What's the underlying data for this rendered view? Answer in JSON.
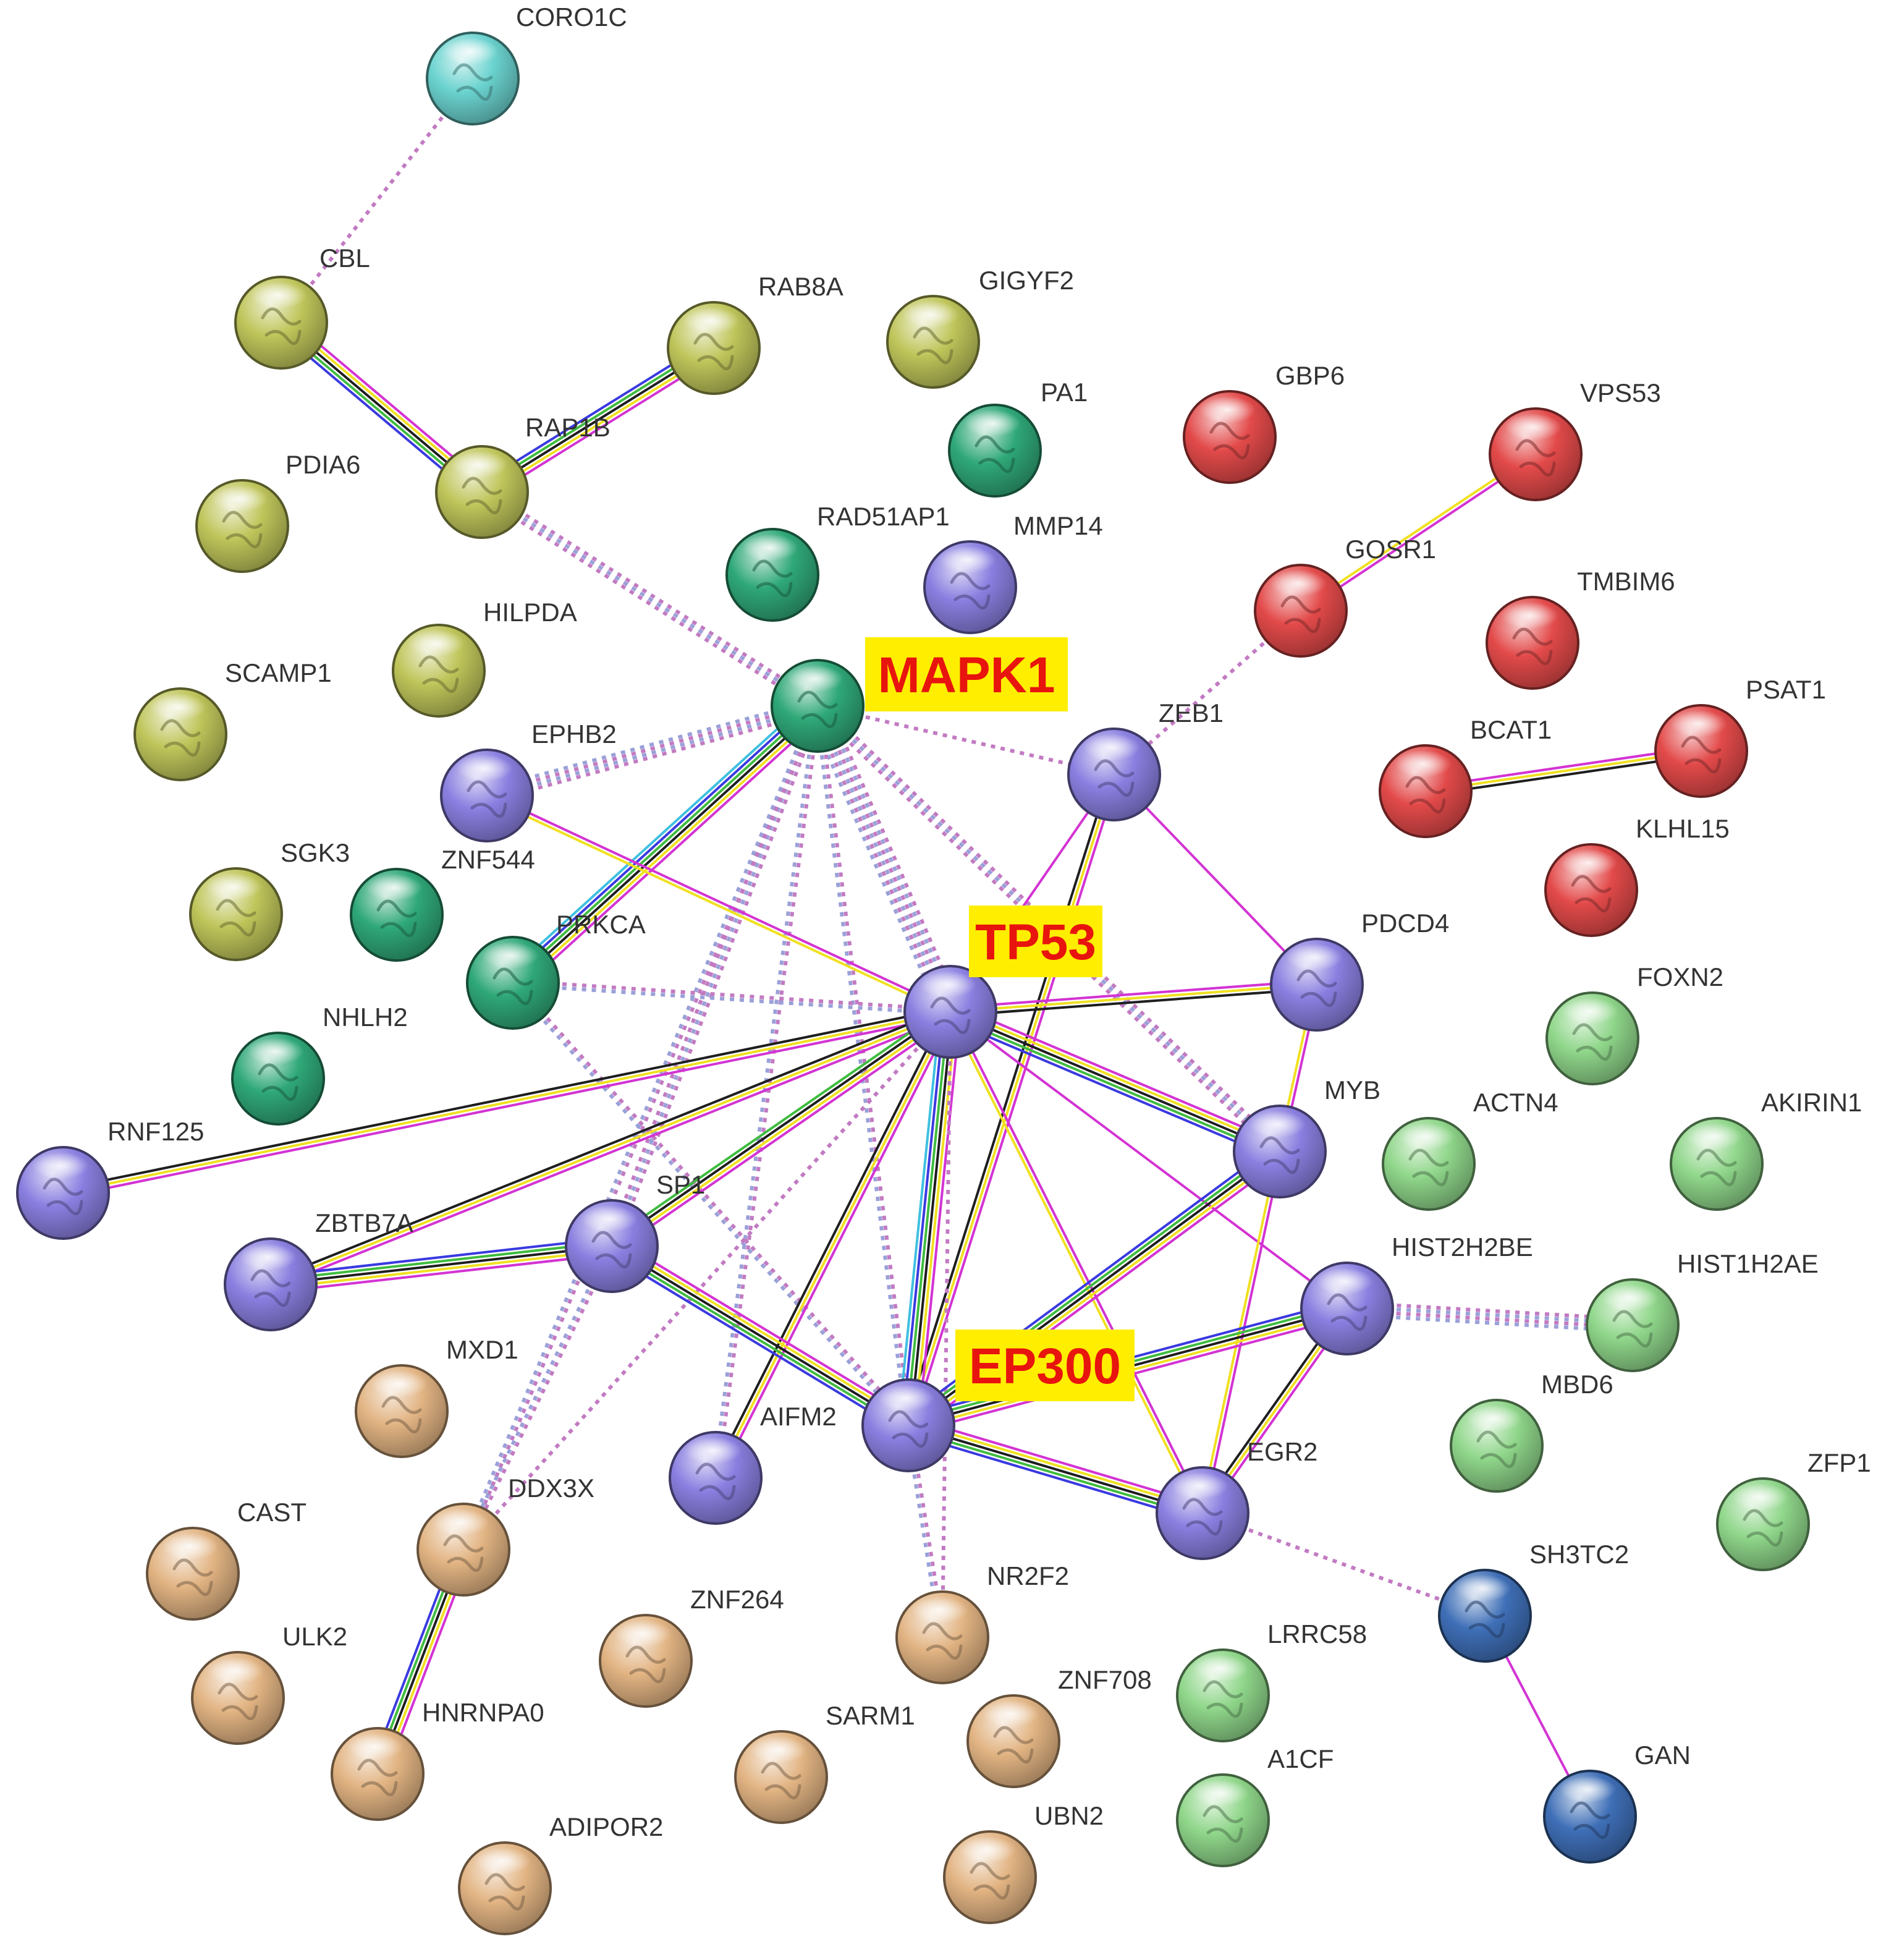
{
  "palette": {
    "red": "#e34a4a",
    "olive": "#bfc55a",
    "teal": "#2fa878",
    "violet": "#8a7fe0",
    "lightgreen": "#8fd68a",
    "tan": "#e2b483",
    "blue": "#3f6fb7",
    "cyan": "#6bd3cf"
  },
  "edge_colors": [
    "#d333d3",
    "#f0e020",
    "#1e1e1e",
    "#3fbc3f",
    "#3a3ae0",
    "#3fc0e0",
    "#8bc34a"
  ],
  "nodes": [
    {
      "id": "CORO1C",
      "label": "CORO1C",
      "color": "cyan"
    },
    {
      "id": "CBL",
      "label": "CBL",
      "color": "olive"
    },
    {
      "id": "RAB8A",
      "label": "RAB8A",
      "color": "olive"
    },
    {
      "id": "GIGYF2",
      "label": "GIGYF2",
      "color": "olive"
    },
    {
      "id": "PA1",
      "label": "PA1",
      "color": "teal"
    },
    {
      "id": "GBP6",
      "label": "GBP6",
      "color": "red"
    },
    {
      "id": "VPS53",
      "label": "VPS53",
      "color": "red"
    },
    {
      "id": "RAP1B",
      "label": "RAP1B",
      "color": "olive"
    },
    {
      "id": "PDIA6",
      "label": "PDIA6",
      "color": "olive"
    },
    {
      "id": "RAD51AP1",
      "label": "RAD51AP1",
      "color": "teal"
    },
    {
      "id": "MMP14",
      "label": "MMP14",
      "color": "violet"
    },
    {
      "id": "GOSR1",
      "label": "GOSR1",
      "color": "red"
    },
    {
      "id": "TMBIM6",
      "label": "TMBIM6",
      "color": "red"
    },
    {
      "id": "HILPDA",
      "label": "HILPDA",
      "color": "olive"
    },
    {
      "id": "SCAMP1",
      "label": "SCAMP1",
      "color": "olive"
    },
    {
      "id": "MAPK1",
      "label": "",
      "color": "teal"
    },
    {
      "id": "ZEB1",
      "label": "ZEB1",
      "color": "violet"
    },
    {
      "id": "PSAT1",
      "label": "PSAT1",
      "color": "red"
    },
    {
      "id": "BCAT1",
      "label": "BCAT1",
      "color": "red"
    },
    {
      "id": "EPHB2",
      "label": "EPHB2",
      "color": "violet"
    },
    {
      "id": "KLHL15",
      "label": "KLHL15",
      "color": "red"
    },
    {
      "id": "SGK3",
      "label": "SGK3",
      "color": "olive"
    },
    {
      "id": "ZNF544",
      "label": "ZNF544",
      "color": "teal"
    },
    {
      "id": "PRKCA",
      "label": "PRKCA",
      "color": "teal"
    },
    {
      "id": "TP53",
      "label": "",
      "color": "violet"
    },
    {
      "id": "PDCD4",
      "label": "PDCD4",
      "color": "violet"
    },
    {
      "id": "FOXN2",
      "label": "FOXN2",
      "color": "lightgreen"
    },
    {
      "id": "NHLH2",
      "label": "NHLH2",
      "color": "teal"
    },
    {
      "id": "MYB",
      "label": "MYB",
      "color": "violet"
    },
    {
      "id": "ACTN4",
      "label": "ACTN4",
      "color": "lightgreen"
    },
    {
      "id": "AKIRIN1",
      "label": "AKIRIN1",
      "color": "lightgreen"
    },
    {
      "id": "RNF125",
      "label": "RNF125",
      "color": "violet"
    },
    {
      "id": "SP1",
      "label": "SP1",
      "color": "violet"
    },
    {
      "id": "ZBTB7A",
      "label": "ZBTB7A",
      "color": "violet"
    },
    {
      "id": "HIST2H2BE",
      "label": "HIST2H2BE",
      "color": "violet"
    },
    {
      "id": "HIST1H2AE",
      "label": "HIST1H2AE",
      "color": "lightgreen"
    },
    {
      "id": "MXD1",
      "label": "MXD1",
      "color": "tan"
    },
    {
      "id": "EP300",
      "label": "",
      "color": "violet"
    },
    {
      "id": "MBD6",
      "label": "MBD6",
      "color": "lightgreen"
    },
    {
      "id": "AIFM2",
      "label": "AIFM2",
      "color": "violet"
    },
    {
      "id": "EGR2",
      "label": "EGR2",
      "color": "violet"
    },
    {
      "id": "ZFP1",
      "label": "ZFP1",
      "color": "lightgreen"
    },
    {
      "id": "DDX3X",
      "label": "DDX3X",
      "color": "tan"
    },
    {
      "id": "CAST",
      "label": "CAST",
      "color": "tan"
    },
    {
      "id": "SH3TC2",
      "label": "SH3TC2",
      "color": "blue"
    },
    {
      "id": "ZNF264",
      "label": "ZNF264",
      "color": "tan"
    },
    {
      "id": "NR2F2",
      "label": "NR2F2",
      "color": "tan"
    },
    {
      "id": "ULK2",
      "label": "ULK2",
      "color": "tan"
    },
    {
      "id": "LRRC58",
      "label": "LRRC58",
      "color": "lightgreen"
    },
    {
      "id": "ZNF708",
      "label": "ZNF708",
      "color": "tan"
    },
    {
      "id": "HNRNPA0",
      "label": "HNRNPA0",
      "color": "tan"
    },
    {
      "id": "SARM1",
      "label": "SARM1",
      "color": "tan"
    },
    {
      "id": "GAN",
      "label": "GAN",
      "color": "blue"
    },
    {
      "id": "A1CF",
      "label": "A1CF",
      "color": "lightgreen"
    },
    {
      "id": "ADIPOR2",
      "label": "ADIPOR2",
      "color": "tan"
    },
    {
      "id": "UBN2",
      "label": "UBN2",
      "color": "tan"
    }
  ],
  "highlights": [
    {
      "node": "MAPK1",
      "text": "MAPK1"
    },
    {
      "node": "TP53",
      "text": "TP53"
    },
    {
      "node": "EP300",
      "text": "EP300"
    }
  ],
  "edges": [
    {
      "source": "CORO1C",
      "target": "CBL",
      "style": "dashed",
      "lines": 1
    },
    {
      "source": "CBL",
      "target": "RAP1B",
      "style": "solid",
      "lines": 5
    },
    {
      "source": "RAB8A",
      "target": "RAP1B",
      "style": "solid",
      "lines": 5
    },
    {
      "source": "RAP1B",
      "target": "MAPK1",
      "style": "dashed",
      "lines": 3
    },
    {
      "source": "VPS53",
      "target": "GOSR1",
      "style": "solid",
      "lines": 2
    },
    {
      "source": "GOSR1",
      "target": "ZEB1",
      "style": "dashed",
      "lines": 1
    },
    {
      "source": "BCAT1",
      "target": "PSAT1",
      "style": "solid",
      "lines": 3
    },
    {
      "source": "MAPK1",
      "target": "EPHB2",
      "style": "dashed",
      "lines": 4
    },
    {
      "source": "MAPK1",
      "target": "ZEB1",
      "style": "dashed",
      "lines": 1
    },
    {
      "source": "MAPK1",
      "target": "PRKCA",
      "style": "solid",
      "lines": 6
    },
    {
      "source": "MAPK1",
      "target": "TP53",
      "style": "dashed",
      "lines": 6
    },
    {
      "source": "MAPK1",
      "target": "SP1",
      "style": "dashed",
      "lines": 3
    },
    {
      "source": "MAPK1",
      "target": "MYB",
      "style": "dashed",
      "lines": 3
    },
    {
      "source": "MAPK1",
      "target": "EP300",
      "style": "dashed",
      "lines": 2
    },
    {
      "source": "MAPK1",
      "target": "DDX3X",
      "style": "dashed",
      "lines": 2
    },
    {
      "source": "MAPK1",
      "target": "AIFM2",
      "style": "dashed",
      "lines": 2
    },
    {
      "source": "ZEB1",
      "target": "TP53",
      "style": "solid",
      "lines": 1
    },
    {
      "source": "ZEB1",
      "target": "PDCD4",
      "style": "solid",
      "lines": 1
    },
    {
      "source": "ZEB1",
      "target": "EP300",
      "style": "solid",
      "lines": 3
    },
    {
      "source": "EPHB2",
      "target": "TP53",
      "style": "solid",
      "lines": 2
    },
    {
      "source": "PRKCA",
      "target": "TP53",
      "style": "dashed",
      "lines": 2
    },
    {
      "source": "PRKCA",
      "target": "EP300",
      "style": "dashed",
      "lines": 2
    },
    {
      "source": "TP53",
      "target": "PDCD4",
      "style": "solid",
      "lines": 3
    },
    {
      "source": "TP53",
      "target": "MYB",
      "style": "solid",
      "lines": 5
    },
    {
      "source": "TP53",
      "target": "RNF125",
      "style": "solid",
      "lines": 3
    },
    {
      "source": "TP53",
      "target": "ZBTB7A",
      "style": "solid",
      "lines": 3
    },
    {
      "source": "TP53",
      "target": "SP1",
      "style": "solid",
      "lines": 4
    },
    {
      "source": "TP53",
      "target": "AIFM2",
      "style": "solid",
      "lines": 3
    },
    {
      "source": "TP53",
      "target": "EP300",
      "style": "solid",
      "lines": 6
    },
    {
      "source": "TP53",
      "target": "EGR2",
      "style": "solid",
      "lines": 2
    },
    {
      "source": "TP53",
      "target": "HIST2H2BE",
      "style": "solid",
      "lines": 1
    },
    {
      "source": "TP53",
      "target": "NR2F2",
      "style": "dashed",
      "lines": 1
    },
    {
      "source": "TP53",
      "target": "DDX3X",
      "style": "dashed",
      "lines": 1
    },
    {
      "source": "PDCD4",
      "target": "MYB",
      "style": "solid",
      "lines": 2
    },
    {
      "source": "MYB",
      "target": "EP300",
      "style": "solid",
      "lines": 5
    },
    {
      "source": "MYB",
      "target": "EGR2",
      "style": "solid",
      "lines": 2
    },
    {
      "source": "SP1",
      "target": "ZBTB7A",
      "style": "solid",
      "lines": 5
    },
    {
      "source": "SP1",
      "target": "EP300",
      "style": "solid",
      "lines": 5
    },
    {
      "source": "SP1",
      "target": "DDX3X",
      "style": "dashed",
      "lines": 2
    },
    {
      "source": "HIST2H2BE",
      "target": "HIST1H2AE",
      "style": "dashed",
      "lines": 4
    },
    {
      "source": "HIST2H2BE",
      "target": "EP300",
      "style": "solid",
      "lines": 5
    },
    {
      "source": "HIST2H2BE",
      "target": "EGR2",
      "style": "solid",
      "lines": 3
    },
    {
      "source": "EP300",
      "target": "EGR2",
      "style": "solid",
      "lines": 5
    },
    {
      "source": "EP300",
      "target": "NR2F2",
      "style": "dashed",
      "lines": 2
    },
    {
      "source": "EGR2",
      "target": "SH3TC2",
      "style": "dashed",
      "lines": 1
    },
    {
      "source": "SH3TC2",
      "target": "GAN",
      "style": "solid",
      "lines": 1
    },
    {
      "source": "DDX3X",
      "target": "HNRNPA0",
      "style": "solid",
      "lines": 5
    }
  ]
}
